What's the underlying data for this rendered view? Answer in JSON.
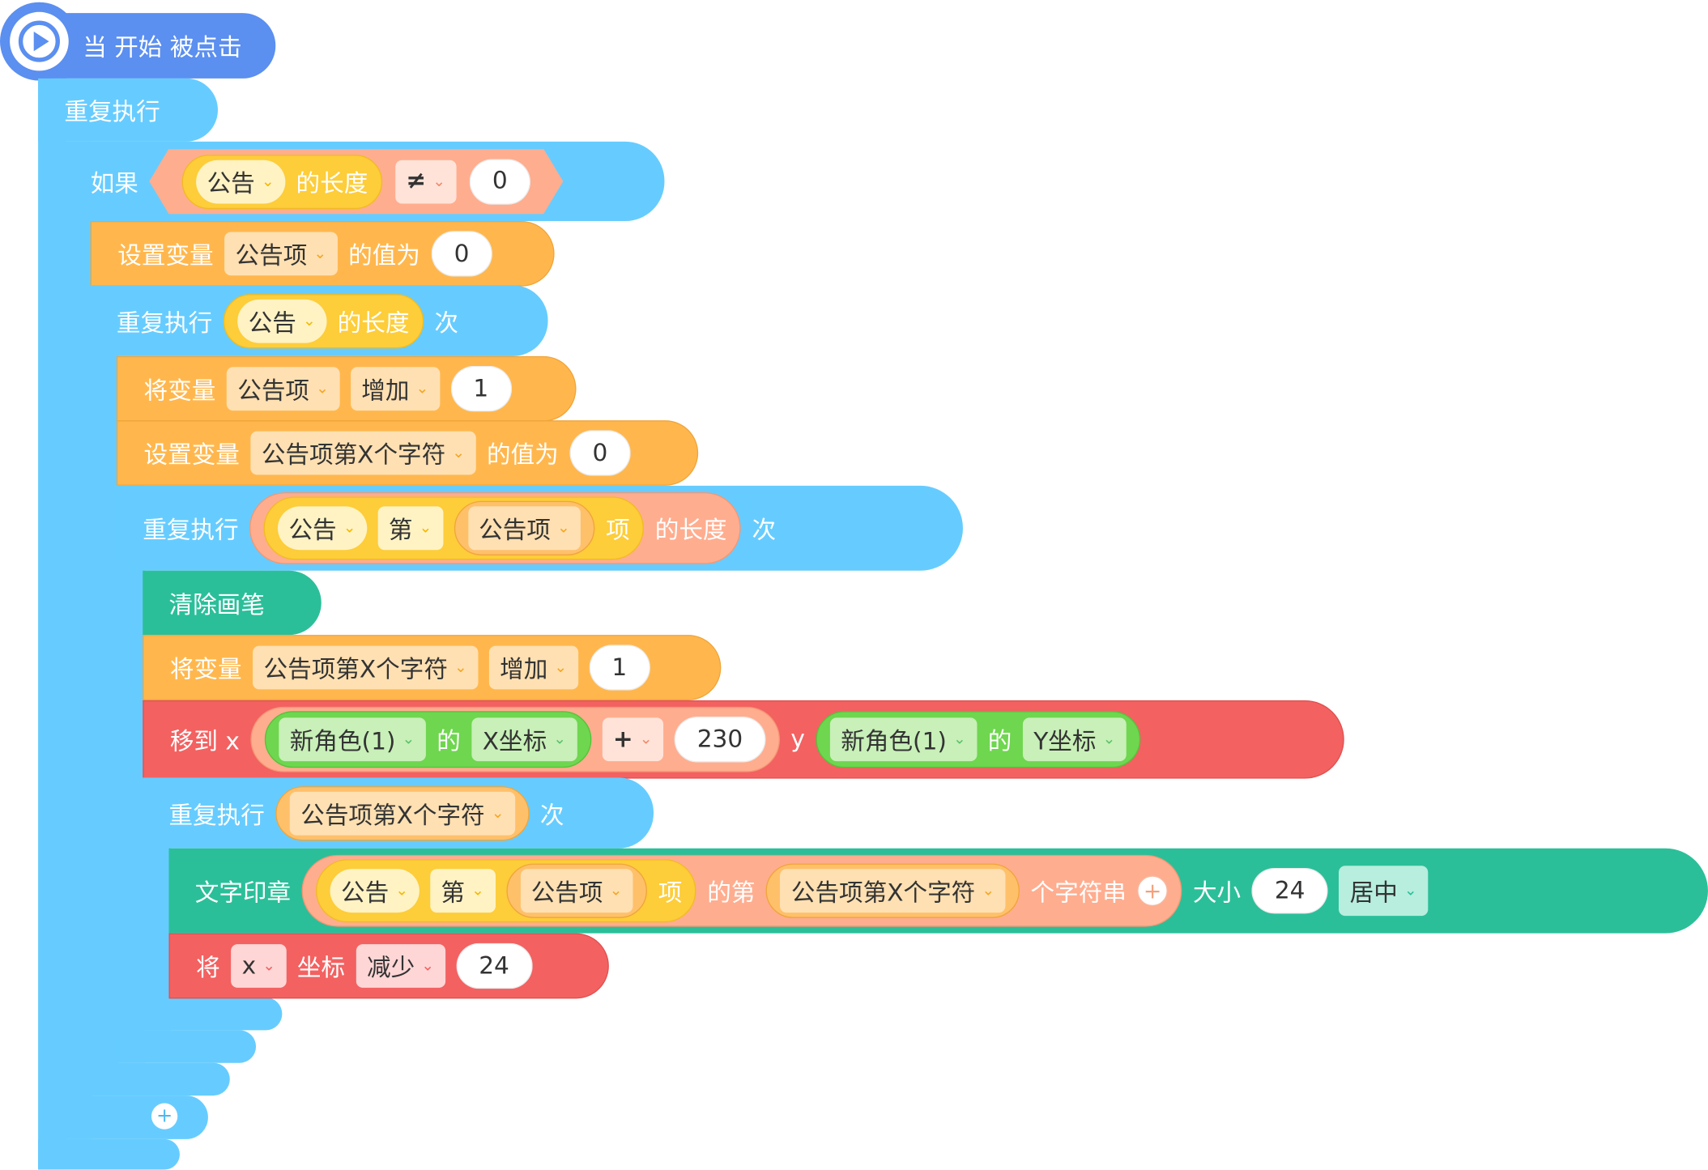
{
  "start": {
    "label": "当 开始 被点击"
  },
  "forever": {
    "label": "重复执行"
  },
  "if_block": {
    "label": "如果",
    "list": "公告",
    "length_of": "的长度",
    "operator": "≠",
    "value": "0"
  },
  "set1": {
    "label": "设置变量",
    "var": "公告项",
    "to": "的值为",
    "value": "0"
  },
  "repeat1": {
    "label": "重复执行",
    "list": "公告",
    "length_of": "的长度",
    "times": "次"
  },
  "change1": {
    "label": "将变量",
    "var": "公告项",
    "op": "增加",
    "value": "1"
  },
  "set2": {
    "label": "设置变量",
    "var": "公告项第X个字符",
    "to": "的值为",
    "value": "0"
  },
  "repeat2": {
    "label": "重复执行",
    "list": "公告",
    "item_di": "第",
    "index_var": "公告项",
    "item_xiang": "项",
    "length_of": "的长度",
    "times": "次"
  },
  "clear": {
    "label": "清除画笔"
  },
  "change2": {
    "label": "将变量",
    "var": "公告项第X个字符",
    "op": "增加",
    "value": "1"
  },
  "goto": {
    "label": "移到 x",
    "sprite1": "新角色(1)",
    "of1": "的",
    "prop1": "X坐标",
    "operator": "+",
    "value": "230",
    "y_label": "y",
    "sprite2": "新角色(1)",
    "of2": "的",
    "prop2": "Y坐标"
  },
  "repeat3": {
    "label": "重复执行",
    "var": "公告项第X个字符",
    "times": "次"
  },
  "stamp": {
    "label": "文字印章",
    "list": "公告",
    "item_di": "第",
    "index_var": "公告项",
    "item_xiang": "项",
    "nth": "的第",
    "char_var": "公告项第X个字符",
    "char_suffix": "个字符串",
    "size_label": "大小",
    "size": "24",
    "align": "居中"
  },
  "change_coord": {
    "label": "将",
    "axis": "x",
    "coord": "坐标",
    "op": "减少",
    "value": "24"
  },
  "colors": {
    "control": "#66ccff",
    "variable": "#ffb74d",
    "pen": "#2bbf99",
    "motion": "#f36161",
    "event": "#5b8ff0"
  }
}
